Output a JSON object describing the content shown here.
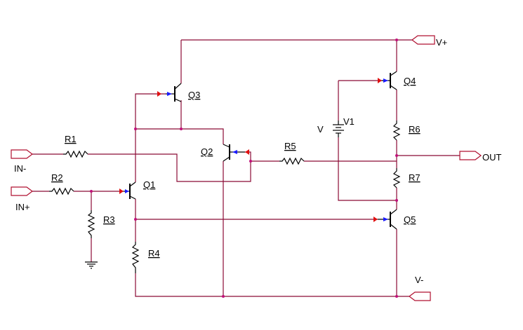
{
  "schematic": {
    "ports": {
      "in_minus": "IN-",
      "in_plus": "IN+",
      "vplus": "V+",
      "vminus": "V-",
      "out": "OUT"
    },
    "transistors": {
      "q1": "Q1",
      "q2": "Q2",
      "q3": "Q3",
      "q4": "Q4",
      "q5": "Q5"
    },
    "resistors": {
      "r1": "R1",
      "r2": "R2",
      "r3": "R3",
      "r4": "R4",
      "r5": "R5",
      "r6": "R6",
      "r7": "R7"
    },
    "source": {
      "name": "V1",
      "value": "V"
    },
    "colors": {
      "wire": "#8b0a35",
      "port": "#b01030",
      "junction": "#c0107a",
      "arrow": "#1a1aff",
      "pin": "#e01010"
    }
  }
}
